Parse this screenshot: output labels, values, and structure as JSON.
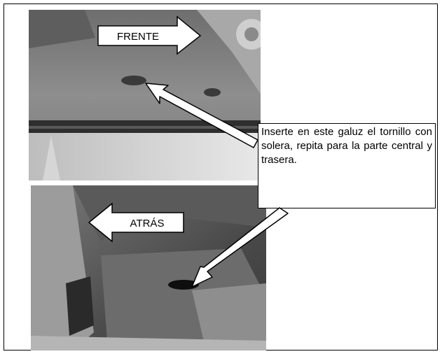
{
  "top_photo": {
    "arrow_label": "FRENTE"
  },
  "bottom_photo": {
    "arrow_label": "ATRÁS"
  },
  "callout": {
    "text": "Inserte en este galuz el tornillo con solera, repita para la parte central y trasera."
  },
  "colors": {
    "border": "#000000",
    "callout_bg": "#ffffff",
    "arrow_fill": "#ffffff"
  }
}
